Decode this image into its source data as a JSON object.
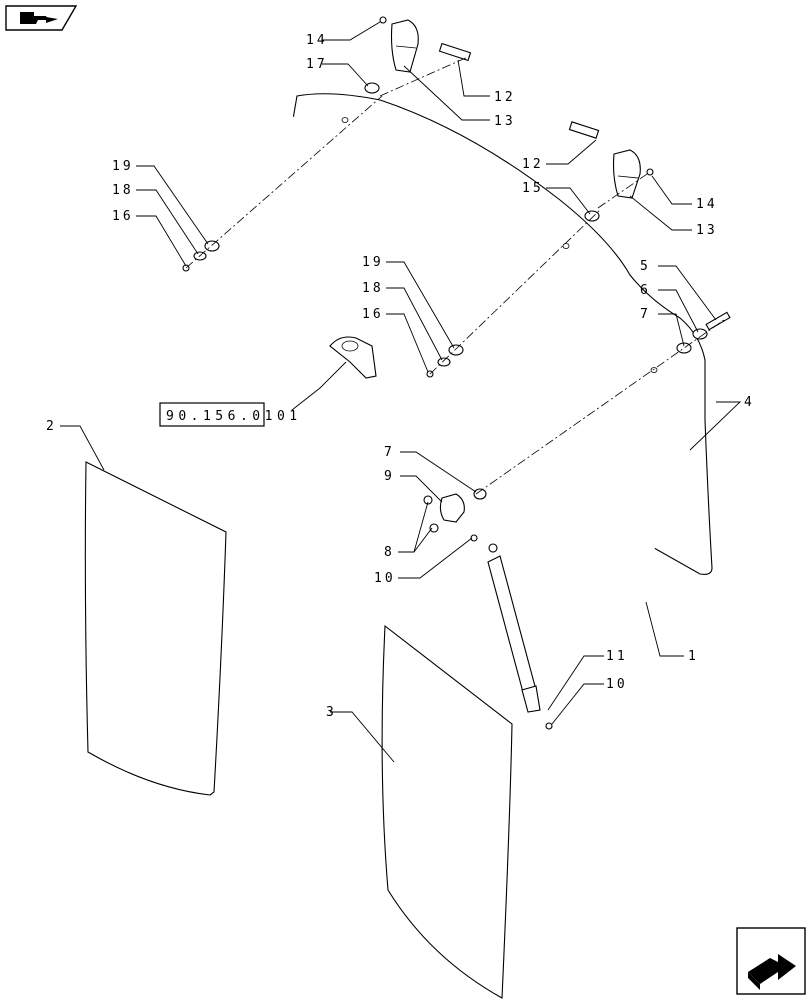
{
  "nav": {
    "prev_icon": "hand-pointing-book-icon",
    "next_icon": "arrow-next-page-icon"
  },
  "reference_link": {
    "code": "90.156.0101"
  },
  "callouts": {
    "c1": "1",
    "c2": "2",
    "c3": "3",
    "c4": "4",
    "c5": "5",
    "c6": "6",
    "c7a": "7",
    "c7b": "7",
    "c8": "8",
    "c9": "9",
    "c10a": "10",
    "c10b": "10",
    "c11": "11",
    "c12a": "12",
    "c12b": "12",
    "c13a": "13",
    "c13b": "13",
    "c14a": "14",
    "c14b": "14",
    "c15": "15",
    "c16a": "16",
    "c16b": "16",
    "c17": "17",
    "c18a": "18",
    "c18b": "18",
    "c19a": "19",
    "c19b": "19"
  },
  "colors": {
    "line": "#000000",
    "background": "#ffffff"
  }
}
